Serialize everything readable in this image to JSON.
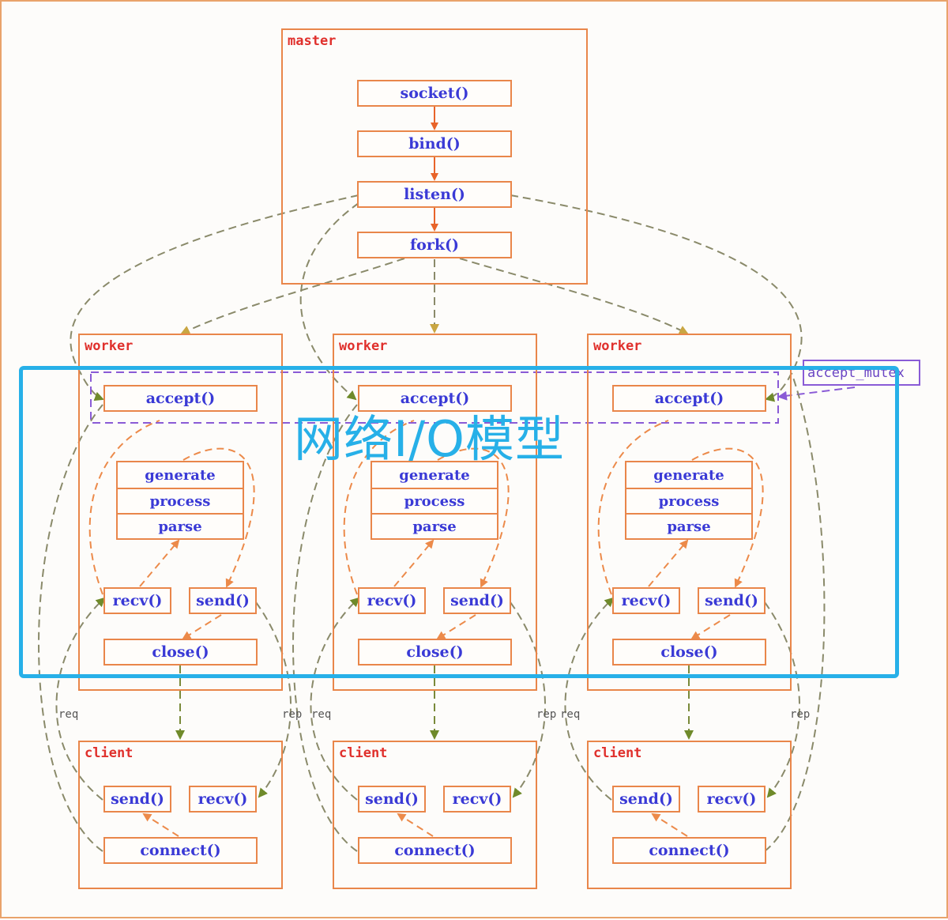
{
  "master": {
    "label": "master",
    "nodes": [
      "socket()",
      "bind()",
      "listen()",
      "fork()"
    ]
  },
  "workers": [
    {
      "label": "worker",
      "accept": "accept()",
      "stack": [
        "generate",
        "process",
        "parse"
      ],
      "recv": "recv()",
      "send": "send()",
      "close": "close()"
    },
    {
      "label": "worker",
      "accept": "accept()",
      "stack": [
        "generate",
        "process",
        "parse"
      ],
      "recv": "recv()",
      "send": "send()",
      "close": "close()"
    },
    {
      "label": "worker",
      "accept": "accept()",
      "stack": [
        "generate",
        "process",
        "parse"
      ],
      "recv": "recv()",
      "send": "send()",
      "close": "close()"
    }
  ],
  "clients": [
    {
      "label": "client",
      "send": "send()",
      "recv": "recv()",
      "connect": "connect()"
    },
    {
      "label": "client",
      "send": "send()",
      "recv": "recv()",
      "connect": "connect()"
    },
    {
      "label": "client",
      "send": "send()",
      "recv": "recv()",
      "connect": "connect()"
    }
  ],
  "edge_labels": {
    "req": "req",
    "rep": "rep"
  },
  "accept_mutex": "accept_mutex",
  "annotation": {
    "title": "网络I/O模型",
    "color": "#27b0e8"
  },
  "colors": {
    "cluster_border": "#e9864a",
    "cluster_label": "#e0302c",
    "node_text": "#3a3ad6",
    "solid_arrow": "#e8642a",
    "dashed_gray": "#8a8a6a",
    "dashed_green": "#7a8a3a",
    "dashed_orange": "#ec8a4a",
    "mutex": "#8a5bd6"
  }
}
